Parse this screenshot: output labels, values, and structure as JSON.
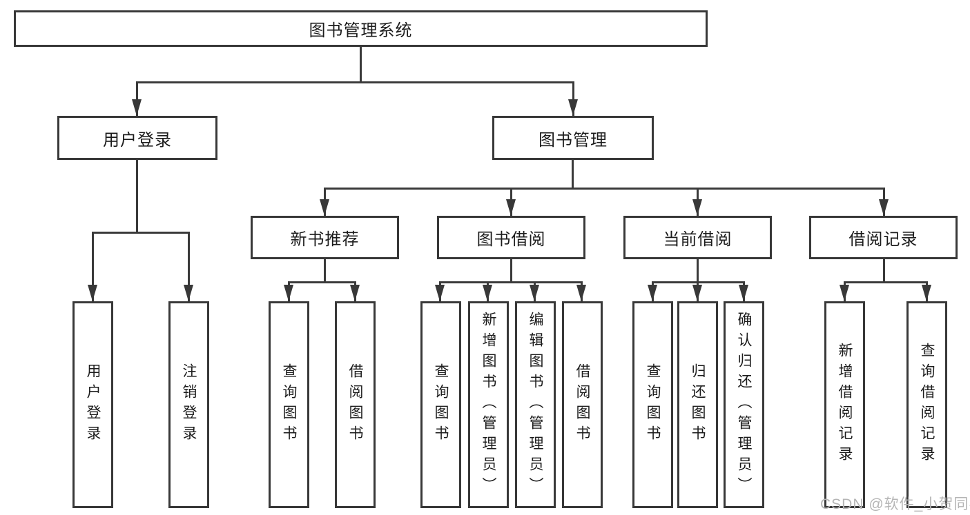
{
  "colors": {
    "background": "#ffffff",
    "line": "#3a3a3a",
    "box_border": "#383838",
    "text": "#1c1c1c",
    "watermark": "#b5b5b5"
  },
  "tree": {
    "root": {
      "label": "图书管理系统"
    },
    "branches": [
      {
        "label": "用户登录",
        "children": [
          {
            "label": "用户登录"
          },
          {
            "label": "注销登录"
          }
        ]
      },
      {
        "label": "图书管理",
        "children": [
          {
            "label": "新书推荐",
            "children": [
              {
                "label": "查询图书"
              },
              {
                "label": "借阅图书"
              }
            ]
          },
          {
            "label": "图书借阅",
            "children": [
              {
                "label": "查询图书"
              },
              {
                "label": "新增图书（管理员）"
              },
              {
                "label": "编辑图书（管理员）"
              },
              {
                "label": "借阅图书"
              }
            ]
          },
          {
            "label": "当前借阅",
            "children": [
              {
                "label": "查询图书"
              },
              {
                "label": "归还图书"
              },
              {
                "label": "确认归还（管理员）"
              }
            ]
          },
          {
            "label": "借阅记录",
            "children": [
              {
                "label": "新增借阅记录"
              },
              {
                "label": "查询借阅记录"
              }
            ]
          }
        ]
      }
    ]
  },
  "watermark": "CSDN @软件_小贺同学"
}
